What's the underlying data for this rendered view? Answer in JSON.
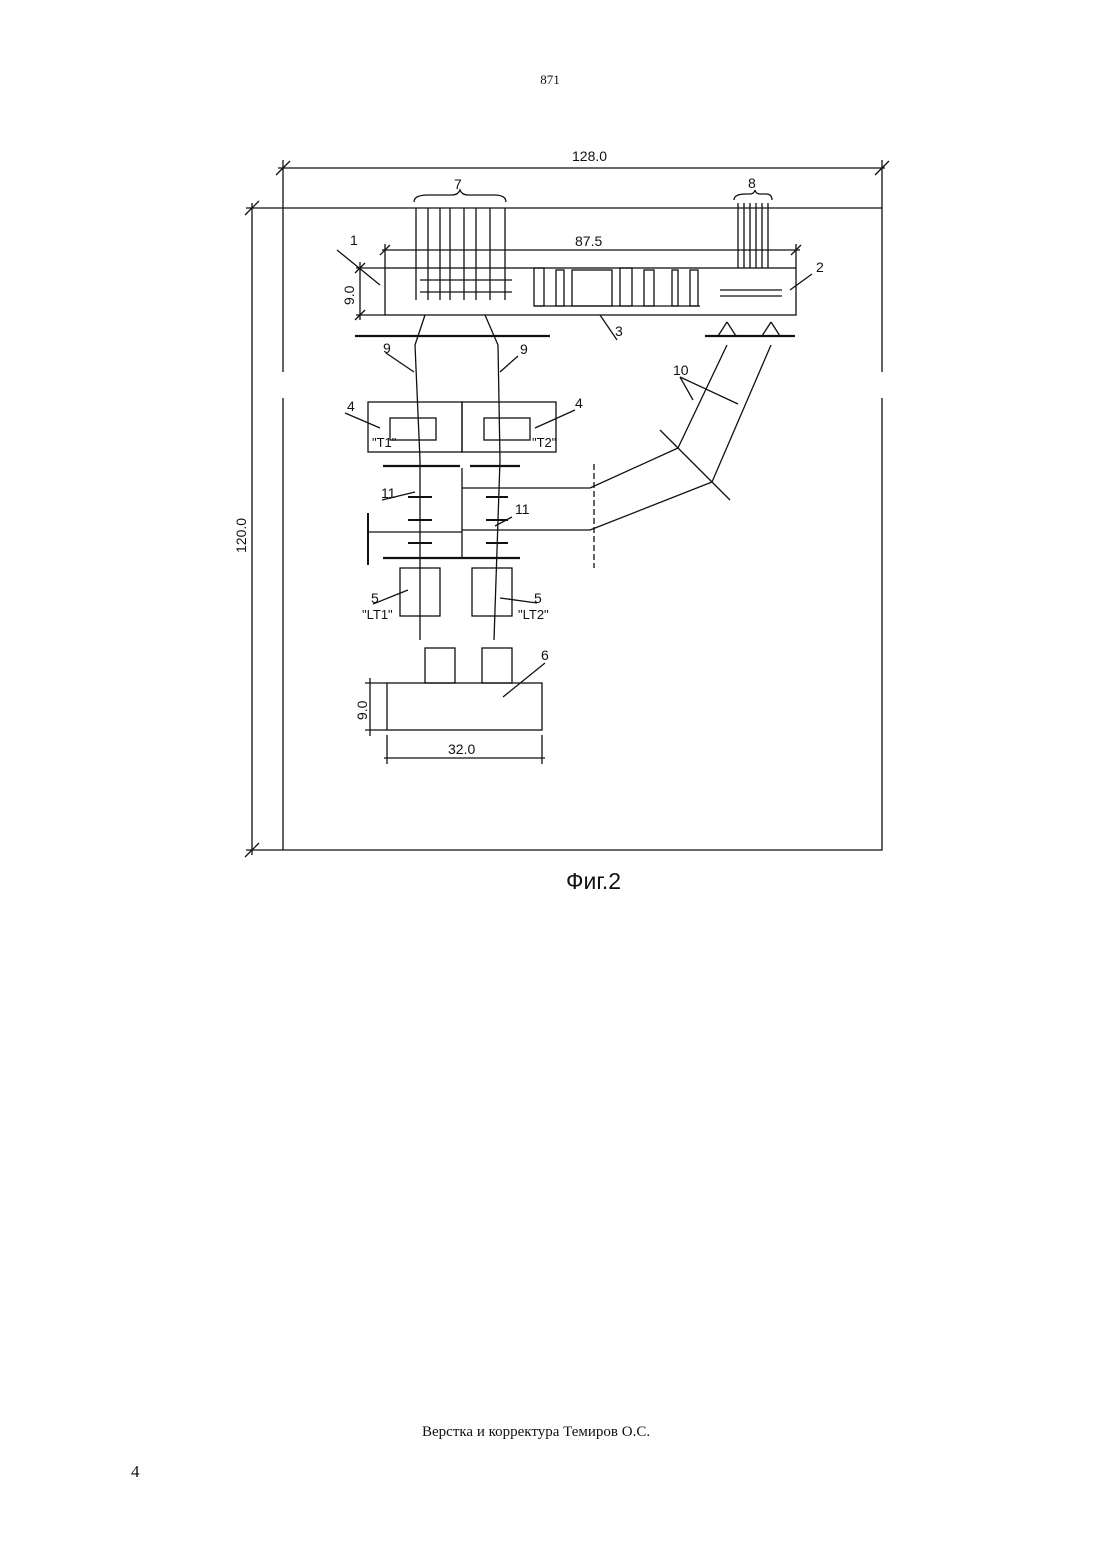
{
  "page": {
    "header_number": "871",
    "footer_page_number": "4",
    "credit": "Верстка и корректура Темиров О.С."
  },
  "figure": {
    "caption": "Фиг.2",
    "dimensions": {
      "overall_width": "128.0",
      "overall_height": "120.0",
      "building_length": "87.5",
      "building_depth": "9.0",
      "bottom_depth": "9.0",
      "bottom_width": "32.0"
    },
    "callouts": [
      "1",
      "2",
      "3",
      "4",
      "4",
      "5",
      "5",
      "6",
      "7",
      "8",
      "9",
      "9",
      "10",
      "11",
      "11"
    ],
    "labels": {
      "t1": "\"T1\"",
      "t2": "\"T2\"",
      "lt1": "\"LT1\"",
      "lt2": "\"LT2\""
    }
  }
}
